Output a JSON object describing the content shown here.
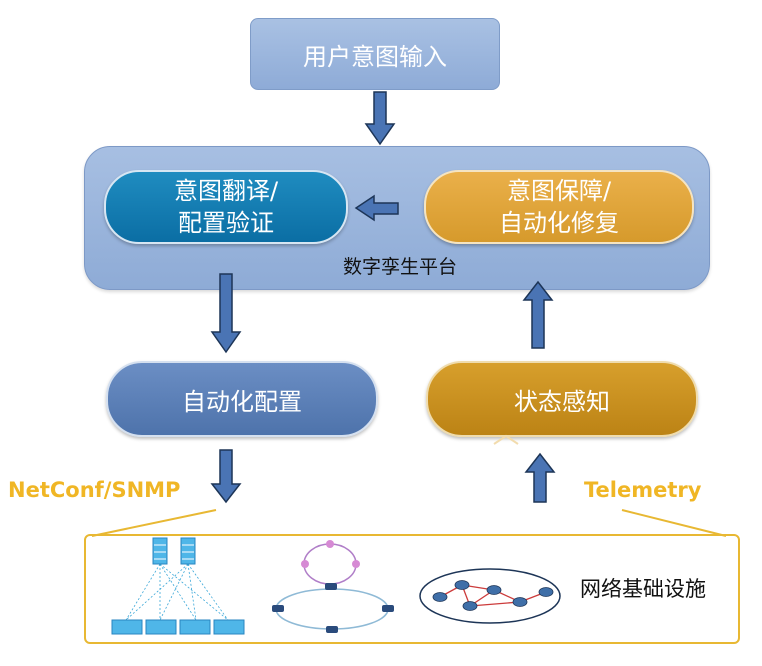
{
  "flow": {
    "user_intent_input": "用户意图输入",
    "intent_translation": "意图翻译/",
    "config_verification": "配置验证",
    "intent_assurance": "意图保障/",
    "auto_repair": "自动化修复",
    "digital_twin_platform": "数字孪生平台",
    "auto_config": "自动化配置",
    "state_perception": "状态感知",
    "netconf_snmp": "NetConf/SNMP",
    "telemetry": "Telemetry",
    "infrastructure": "网络基础设施"
  },
  "colors": {
    "arrow_fill": "#4a74b4",
    "arrow_stroke": "#1d3557",
    "label_accent": "#f0b625"
  },
  "icons": [
    "down-arrow-icon",
    "left-arrow-icon",
    "up-arrow-icon",
    "datacenter-topology-icon",
    "ring-topology-icon",
    "mesh-network-icon"
  ]
}
